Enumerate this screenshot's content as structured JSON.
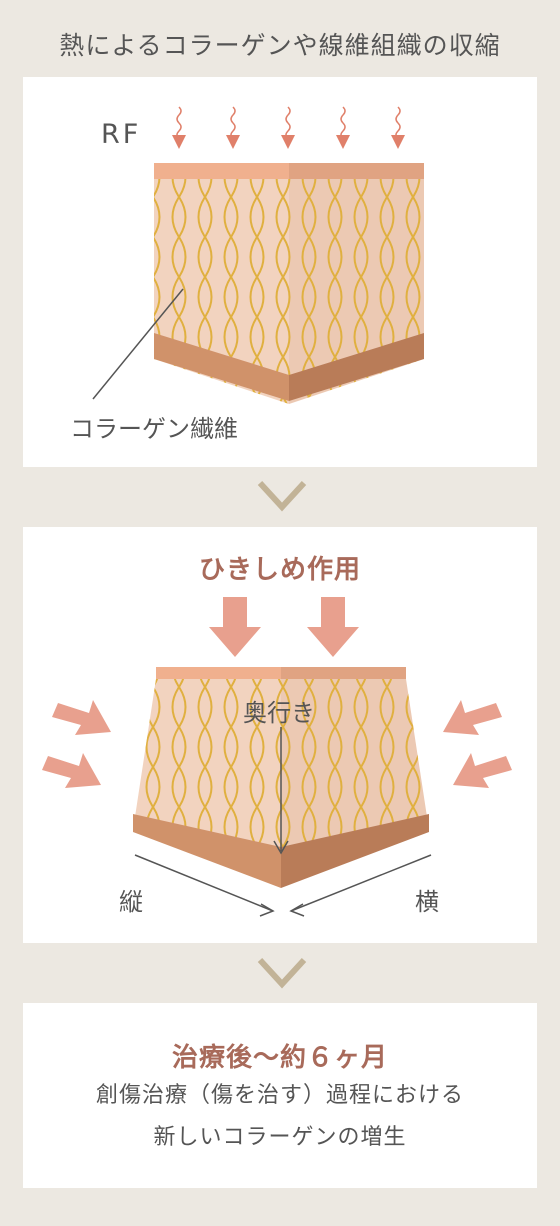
{
  "title": "熱によるコラーゲンや線維組織の収縮",
  "panel1": {
    "rf_label": "RF",
    "fiber_label": "コラーゲン繊維"
  },
  "panel2": {
    "heading": "ひきしめ作用",
    "depth_label": "奥行き",
    "vertical_label": "縦",
    "horizontal_label": "横"
  },
  "panel3": {
    "heading": "治療後～約６ヶ月",
    "line1": "創傷治療（傷を治す）過程における",
    "line2": "新しいコラーゲンの増生"
  },
  "colors": {
    "background": "#ece8e1",
    "accent": "#a86a5a",
    "arrow": "#e8a08e",
    "rf_arrow": "#e0806a",
    "mesh": "#e0b040",
    "chevron": "#c2b397"
  }
}
